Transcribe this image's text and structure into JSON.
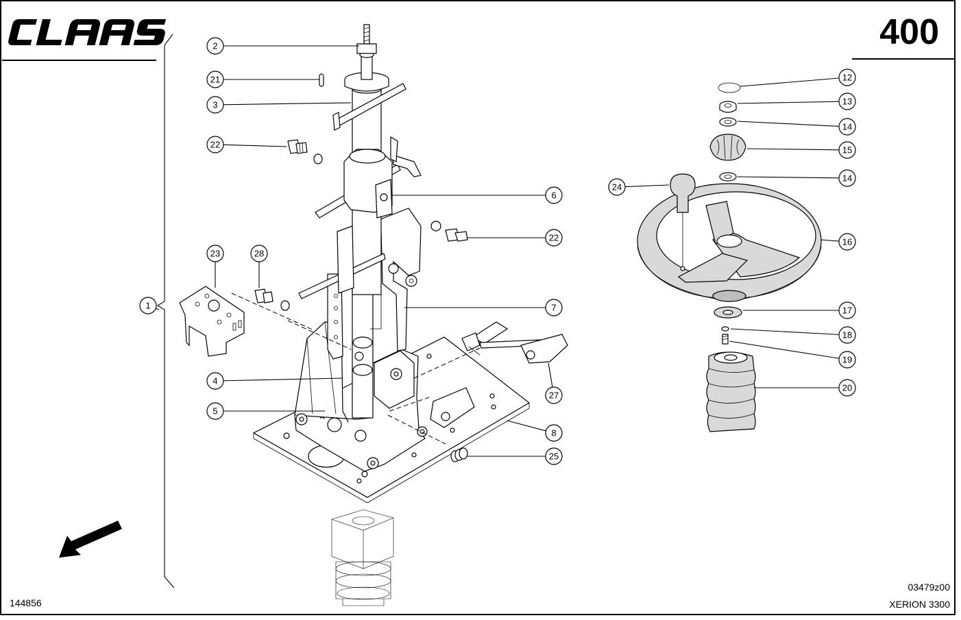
{
  "header": {
    "brand": "CLAAS",
    "page_number": "400"
  },
  "footer": {
    "drawing_number": "144856",
    "figure_code": "03479z00",
    "model": "XERION 3300"
  },
  "callouts": [
    "1",
    "2",
    "3",
    "4",
    "5",
    "6",
    "7",
    "8",
    "12",
    "13",
    "14",
    "14",
    "15",
    "16",
    "17",
    "18",
    "19",
    "20",
    "21",
    "22",
    "22",
    "23",
    "24",
    "25",
    "27",
    "28"
  ],
  "colors": {
    "ink": "#000000",
    "paper": "#ffffff",
    "shade": "#d9d9d9"
  }
}
